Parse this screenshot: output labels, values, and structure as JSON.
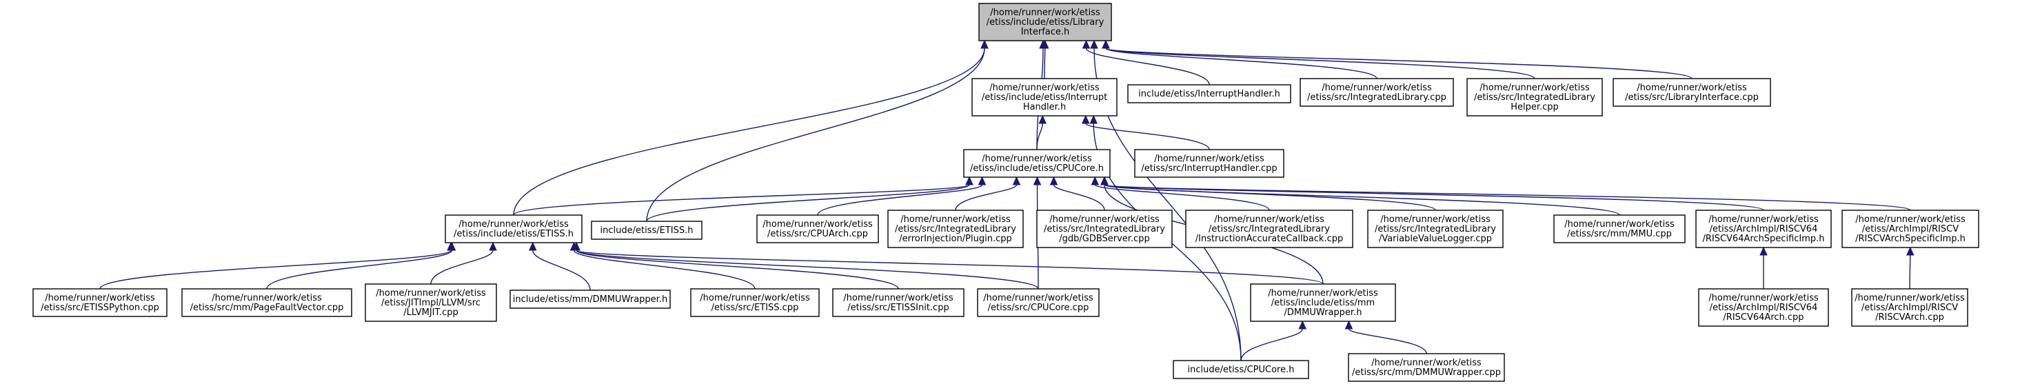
{
  "graph": {
    "nodes": [
      {
        "id": "root",
        "lines": [
          "/home/runner/work/etiss",
          "/etiss/include/etiss/Library",
          "Interface.h"
        ],
        "highlight": true
      },
      {
        "id": "interrupt_handler_h",
        "lines": [
          "/home/runner/work/etiss",
          "/etiss/include/etiss/Interrupt",
          "Handler.h"
        ]
      },
      {
        "id": "inc_interrupt_handler_h",
        "lines": [
          "include/etiss/InterruptHandler.h"
        ]
      },
      {
        "id": "integrated_library_cpp",
        "lines": [
          "/home/runner/work/etiss",
          "/etiss/src/IntegratedLibrary.cpp"
        ]
      },
      {
        "id": "integrated_library_helper_cpp",
        "lines": [
          "/home/runner/work/etiss",
          "/etiss/src/IntegratedLibrary",
          "Helper.cpp"
        ]
      },
      {
        "id": "library_interface_cpp",
        "lines": [
          "/home/runner/work/etiss",
          "/etiss/src/LibraryInterface.cpp"
        ]
      },
      {
        "id": "cpucore_h",
        "lines": [
          "/home/runner/work/etiss",
          "/etiss/include/etiss/CPUCore.h"
        ]
      },
      {
        "id": "interrupt_handler_cpp",
        "lines": [
          "/home/runner/work/etiss",
          "/etiss/src/InterruptHandler.cpp"
        ]
      },
      {
        "id": "etiss_h",
        "lines": [
          "/home/runner/work/etiss",
          "/etiss/include/etiss/ETISS.h"
        ]
      },
      {
        "id": "inc_etiss_h",
        "lines": [
          "include/etiss/ETISS.h"
        ]
      },
      {
        "id": "cpuarch_cpp",
        "lines": [
          "/home/runner/work/etiss",
          "/etiss/src/CPUArch.cpp"
        ]
      },
      {
        "id": "errorinjection_plugin_cpp",
        "lines": [
          "/home/runner/work/etiss",
          "/etiss/src/IntegratedLibrary",
          "/errorInjection/Plugin.cpp"
        ]
      },
      {
        "id": "gdbserver_cpp",
        "lines": [
          "/home/runner/work/etiss",
          "/etiss/src/IntegratedLibrary",
          "/gdb/GDBServer.cpp"
        ]
      },
      {
        "id": "instr_acc_callback_cpp",
        "lines": [
          "/home/runner/work/etiss",
          "/etiss/src/IntegratedLibrary",
          "/InstructionAccurateCallback.cpp"
        ]
      },
      {
        "id": "var_value_logger_cpp",
        "lines": [
          "/home/runner/work/etiss",
          "/etiss/src/IntegratedLibrary",
          "/VariableValueLogger.cpp"
        ]
      },
      {
        "id": "mmu_cpp",
        "lines": [
          "/home/runner/work/etiss",
          "/etiss/src/mm/MMU.cpp"
        ]
      },
      {
        "id": "riscv64_specific_h",
        "lines": [
          "/home/runner/work/etiss",
          "/etiss/ArchImpl/RISCV64",
          "/RISCV64ArchSpecificImp.h"
        ]
      },
      {
        "id": "riscv_specific_h",
        "lines": [
          "/home/runner/work/etiss",
          "/etiss/ArchImpl/RISCV",
          "/RISCVArchSpecificImp.h"
        ]
      },
      {
        "id": "etisspython_cpp",
        "lines": [
          "/home/runner/work/etiss",
          "/etiss/src/ETISSPython.cpp"
        ]
      },
      {
        "id": "pagefaultvector_cpp",
        "lines": [
          "/home/runner/work/etiss",
          "/etiss/src/mm/PageFaultVector.cpp"
        ]
      },
      {
        "id": "llvmjit_cpp",
        "lines": [
          "/home/runner/work/etiss",
          "/etiss/JITImpl/LLVM/src",
          "/LLVMJIT.cpp"
        ]
      },
      {
        "id": "inc_dmmuwrapper_h",
        "lines": [
          "include/etiss/mm/DMMUWrapper.h"
        ]
      },
      {
        "id": "etiss_cpp",
        "lines": [
          "/home/runner/work/etiss",
          "/etiss/src/ETISS.cpp"
        ]
      },
      {
        "id": "etissinit_cpp",
        "lines": [
          "/home/runner/work/etiss",
          "/etiss/src/ETISSInit.cpp"
        ]
      },
      {
        "id": "cpucore_cpp",
        "lines": [
          "/home/runner/work/etiss",
          "/etiss/src/CPUCore.cpp"
        ]
      },
      {
        "id": "dmmuwrapper_h",
        "lines": [
          "/home/runner/work/etiss",
          "/etiss/include/etiss/mm",
          "/DMMUWrapper.h"
        ]
      },
      {
        "id": "riscv64arch_cpp",
        "lines": [
          "/home/runner/work/etiss",
          "/etiss/ArchImpl/RISCV64",
          "/RISCV64Arch.cpp"
        ]
      },
      {
        "id": "riscvarch_cpp",
        "lines": [
          "/home/runner/work/etiss",
          "/etiss/ArchImpl/RISCV",
          "/RISCVArch.cpp"
        ]
      },
      {
        "id": "inc_cpucore_h",
        "lines": [
          "include/etiss/CPUCore.h"
        ]
      },
      {
        "id": "dmmuwrapper_cpp",
        "lines": [
          "/home/runner/work/etiss",
          "/etiss/src/mm/DMMUWrapper.cpp"
        ]
      }
    ],
    "edges": [
      {
        "from": "interrupt_handler_h",
        "to": "root"
      },
      {
        "from": "inc_interrupt_handler_h",
        "to": "root"
      },
      {
        "from": "integrated_library_cpp",
        "to": "root"
      },
      {
        "from": "integrated_library_helper_cpp",
        "to": "root"
      },
      {
        "from": "library_interface_cpp",
        "to": "root"
      },
      {
        "from": "cpucore_h",
        "to": "root"
      },
      {
        "from": "etiss_h",
        "to": "root"
      },
      {
        "from": "inc_etiss_h",
        "to": "root"
      },
      {
        "from": "inc_cpucore_h",
        "to": "root"
      },
      {
        "from": "cpucore_h",
        "to": "interrupt_handler_h"
      },
      {
        "from": "interrupt_handler_cpp",
        "to": "interrupt_handler_h"
      },
      {
        "from": "inc_cpucore_h",
        "to": "interrupt_handler_h"
      },
      {
        "from": "etiss_h",
        "to": "cpucore_h"
      },
      {
        "from": "inc_etiss_h",
        "to": "cpucore_h"
      },
      {
        "from": "cpuarch_cpp",
        "to": "cpucore_h"
      },
      {
        "from": "errorinjection_plugin_cpp",
        "to": "cpucore_h"
      },
      {
        "from": "gdbserver_cpp",
        "to": "cpucore_h"
      },
      {
        "from": "instr_acc_callback_cpp",
        "to": "cpucore_h"
      },
      {
        "from": "var_value_logger_cpp",
        "to": "cpucore_h"
      },
      {
        "from": "mmu_cpp",
        "to": "cpucore_h"
      },
      {
        "from": "riscv64_specific_h",
        "to": "cpucore_h"
      },
      {
        "from": "riscv_specific_h",
        "to": "cpucore_h"
      },
      {
        "from": "cpucore_cpp",
        "to": "cpucore_h"
      },
      {
        "from": "dmmuwrapper_h",
        "to": "cpucore_h"
      },
      {
        "from": "etisspython_cpp",
        "to": "etiss_h"
      },
      {
        "from": "pagefaultvector_cpp",
        "to": "etiss_h"
      },
      {
        "from": "llvmjit_cpp",
        "to": "etiss_h"
      },
      {
        "from": "inc_dmmuwrapper_h",
        "to": "etiss_h"
      },
      {
        "from": "etiss_cpp",
        "to": "etiss_h"
      },
      {
        "from": "etissinit_cpp",
        "to": "etiss_h"
      },
      {
        "from": "cpucore_cpp",
        "to": "etiss_h"
      },
      {
        "from": "dmmuwrapper_h",
        "to": "etiss_h"
      },
      {
        "from": "riscv64arch_cpp",
        "to": "riscv64_specific_h"
      },
      {
        "from": "riscvarch_cpp",
        "to": "riscv_specific_h"
      },
      {
        "from": "inc_cpucore_h",
        "to": "dmmuwrapper_h"
      },
      {
        "from": "dmmuwrapper_cpp",
        "to": "dmmuwrapper_h"
      }
    ]
  }
}
